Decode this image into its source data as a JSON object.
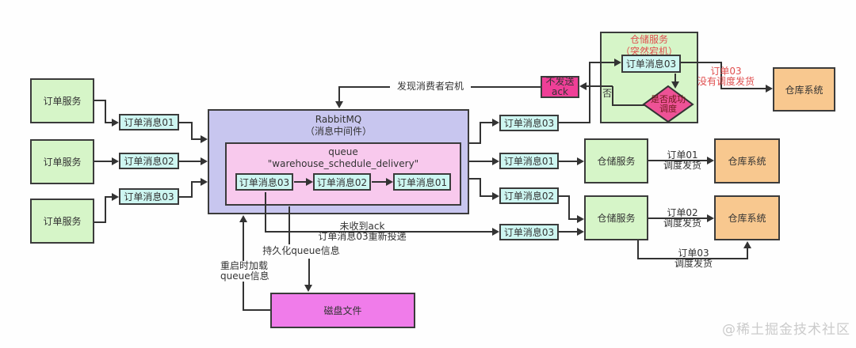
{
  "left": {
    "services": [
      {
        "label": "订单服务"
      },
      {
        "label": "订单服务"
      },
      {
        "label": "订单服务"
      }
    ],
    "messages": [
      {
        "label": "订单消息01"
      },
      {
        "label": "订单消息02"
      },
      {
        "label": "订单消息03"
      }
    ]
  },
  "mq": {
    "title": "RabbitMQ",
    "subtitle": "（消息中间件）",
    "queue": {
      "title": "queue",
      "name": "\"warehouse_schedule_delivery\"",
      "messages": [
        {
          "label": "订单消息03"
        },
        {
          "label": "订单消息02"
        },
        {
          "label": "订单消息01"
        }
      ]
    }
  },
  "right_messages": [
    {
      "label": "订单消息03"
    },
    {
      "label": "订单消息01"
    },
    {
      "label": "订单消息02"
    },
    {
      "label": "订单消息03"
    }
  ],
  "crashed": {
    "title": "仓储服务\n（突然宕机）",
    "message": "订单消息03",
    "decision": "是否成功\n调度",
    "no_label": "否"
  },
  "ack_box": {
    "label": "不发送\nack"
  },
  "warehouse_services": [
    {
      "label": "仓储服务"
    },
    {
      "label": "仓储服务"
    }
  ],
  "warehouse_systems": [
    {
      "label": "仓库系统"
    },
    {
      "label": "仓库系统"
    },
    {
      "label": "仓库系统"
    }
  ],
  "disk": {
    "label": "磁盘文件"
  },
  "labels": {
    "consumer_down": "发现消费者宕机",
    "order03_not_scheduled": "订单03\n没有调度发货",
    "order01_dispatch": "订单01\n调度发货",
    "order02_dispatch": "订单02\n调度发货",
    "order03_dispatch": "订单03\n调度发货",
    "no_ack_redeliver": "未收到ack\n订单消息03重新投递",
    "persist_queue": "持久化queue信息",
    "reload_queue": "重启时加载\nqueue信息"
  },
  "watermark": "@稀土掘金技术社区",
  "colors": {
    "green": "#d6f5c8",
    "cyan": "#cdf6f1",
    "purple": "#c8c6ef",
    "pink": "#f8c9ed",
    "magenta": "#f07cea",
    "hot_pink": "#ef3f97",
    "orange": "#f8c88f",
    "line": "#333333",
    "red": "#e04f4f"
  }
}
